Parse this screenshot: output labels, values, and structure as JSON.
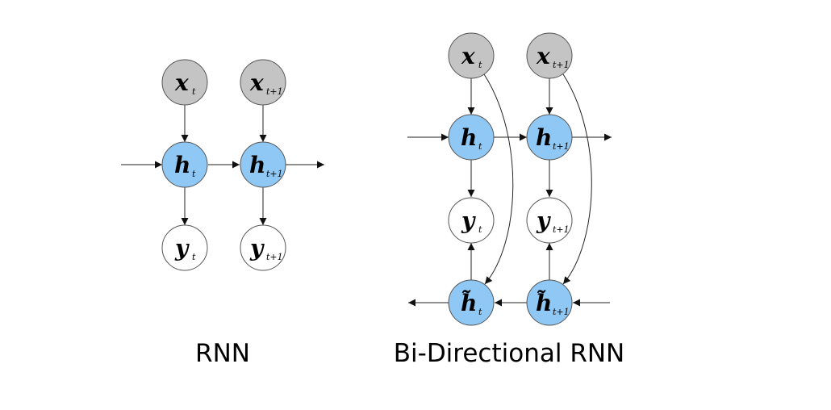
{
  "diagrams": [
    {
      "caption": "RNN",
      "nodes": {
        "x0": {
          "main": "x",
          "sub": "t"
        },
        "x1": {
          "main": "x",
          "sub": "t+1"
        },
        "h0": {
          "main": "h",
          "sub": "t"
        },
        "h1": {
          "main": "h",
          "sub": "t+1"
        },
        "y0": {
          "main": "y",
          "sub": "t"
        },
        "y1": {
          "main": "y",
          "sub": "t+1"
        }
      }
    },
    {
      "caption": "Bi-Directional RNN",
      "nodes": {
        "x0": {
          "main": "x",
          "sub": "t"
        },
        "x1": {
          "main": "x",
          "sub": "t+1"
        },
        "h0": {
          "main": "h",
          "sub": "t"
        },
        "h1": {
          "main": "h",
          "sub": "t+1"
        },
        "y0": {
          "main": "y",
          "sub": "t"
        },
        "y1": {
          "main": "y",
          "sub": "t+1"
        },
        "b0": {
          "main": "h̃",
          "sub": "t"
        },
        "b1": {
          "main": "h̃",
          "sub": "t+1"
        }
      }
    }
  ],
  "colors": {
    "input_node": "#c4c4c4",
    "hidden_node": "#8fc8f4",
    "output_node": "#ffffff"
  }
}
